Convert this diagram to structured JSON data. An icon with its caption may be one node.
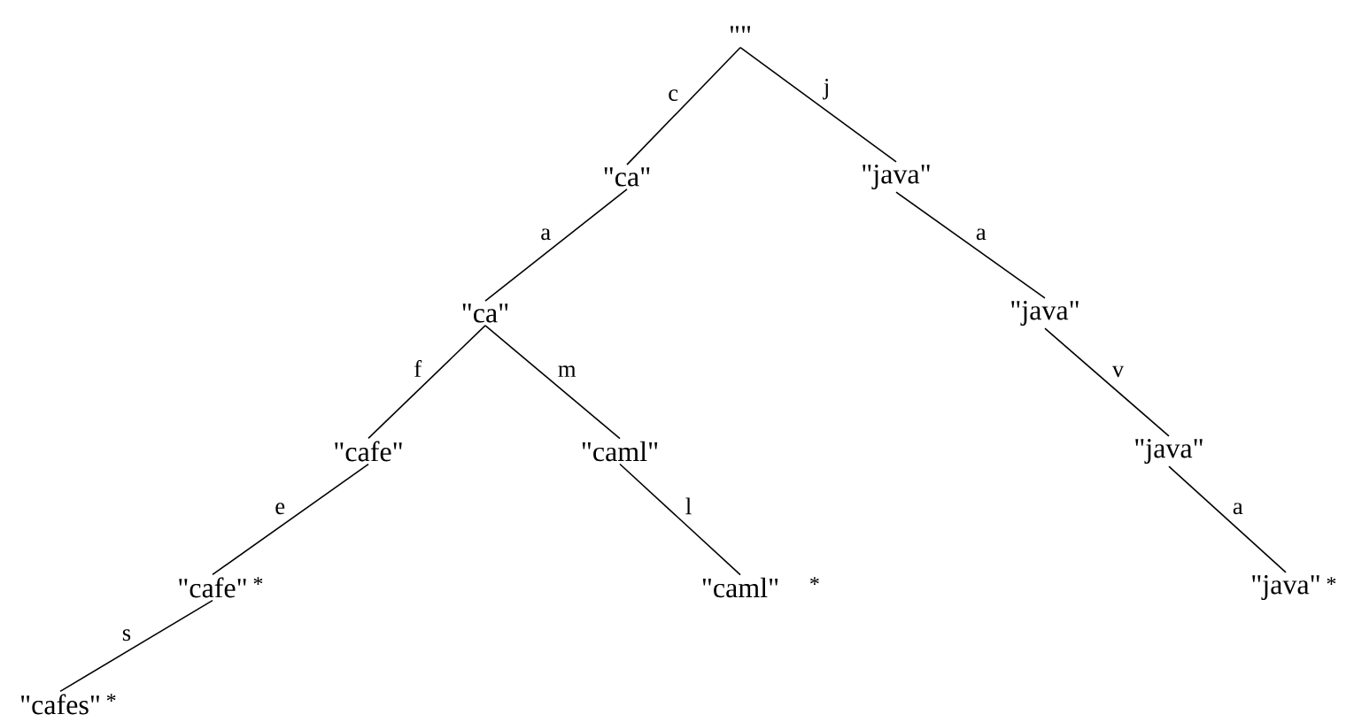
{
  "diagram": {
    "nodes": [
      {
        "text": [
          "\"\""
        ]
      },
      {
        "text": [
          "\"ca\""
        ]
      },
      {
        "text": [
          "\"java\""
        ]
      },
      {
        "text": [
          "\"ca\""
        ]
      },
      {
        "text": [
          "\"java\""
        ]
      },
      {
        "text": [
          "\"cafe\""
        ]
      },
      {
        "text": [
          "\"caml\""
        ]
      },
      {
        "text": [
          "\"java\""
        ]
      },
      {
        "text": [
          "\"cafe\""
        ],
        "beside": [
          "*"
        ]
      },
      {
        "text": [
          "\"caml\""
        ],
        "beside": [
          "*"
        ]
      },
      {
        "text": [
          "\"java\""
        ],
        "beside": [
          "*"
        ]
      },
      {
        "text": [
          "\"cafes\""
        ],
        "beside": [
          "*"
        ]
      }
    ],
    "edges": [
      {
        "from": 0,
        "to": 1,
        "arrow": "none",
        "label": "c"
      },
      {
        "from": 0,
        "to": 2,
        "arrow": "none",
        "label": "j"
      },
      {
        "from": 1,
        "to": 3,
        "arrow": "none",
        "label": "a"
      },
      {
        "from": 2,
        "to": 4,
        "arrow": "none",
        "label": "a"
      },
      {
        "from": 3,
        "to": 5,
        "arrow": "none",
        "label": "f"
      },
      {
        "from": 3,
        "to": 6,
        "arrow": "none",
        "label": "m"
      },
      {
        "from": 4,
        "to": 7,
        "arrow": "none",
        "label": "v"
      },
      {
        "from": 5,
        "to": 8,
        "arrow": "none",
        "label": "e"
      },
      {
        "from": 6,
        "to": 9,
        "arrow": "none",
        "label": "l"
      },
      {
        "from": 7,
        "to": 10,
        "arrow": "none",
        "label": "a"
      },
      {
        "from": 8,
        "to": 11,
        "arrow": "none",
        "label": "s"
      }
    ]
  }
}
